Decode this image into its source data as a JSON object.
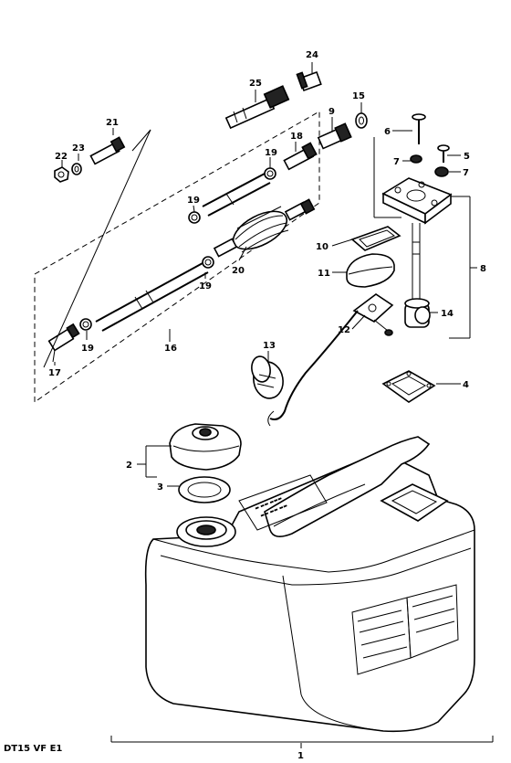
{
  "diagram": {
    "model_code": "DT15 VF E1",
    "callouts": [
      {
        "id": "c1",
        "text": "1"
      },
      {
        "id": "c2",
        "text": "2"
      },
      {
        "id": "c3",
        "text": "3"
      },
      {
        "id": "c4",
        "text": "4"
      },
      {
        "id": "c5",
        "text": "5"
      },
      {
        "id": "c6",
        "text": "6"
      },
      {
        "id": "c7a",
        "text": "7"
      },
      {
        "id": "c7b",
        "text": "7"
      },
      {
        "id": "c8",
        "text": "8"
      },
      {
        "id": "c9",
        "text": "9"
      },
      {
        "id": "c10",
        "text": "10"
      },
      {
        "id": "c11",
        "text": "11"
      },
      {
        "id": "c12",
        "text": "12"
      },
      {
        "id": "c13",
        "text": "13"
      },
      {
        "id": "c14",
        "text": "14"
      },
      {
        "id": "c15",
        "text": "15"
      },
      {
        "id": "c16",
        "text": "16"
      },
      {
        "id": "c17",
        "text": "17"
      },
      {
        "id": "c18",
        "text": "18"
      },
      {
        "id": "c19a",
        "text": "19"
      },
      {
        "id": "c19b",
        "text": "19"
      },
      {
        "id": "c19c",
        "text": "19"
      },
      {
        "id": "c19d",
        "text": "19"
      },
      {
        "id": "c20",
        "text": "20"
      },
      {
        "id": "c21",
        "text": "21"
      },
      {
        "id": "c22",
        "text": "22"
      },
      {
        "id": "c23",
        "text": "23"
      },
      {
        "id": "c24",
        "text": "24"
      },
      {
        "id": "c25",
        "text": "25"
      }
    ]
  }
}
